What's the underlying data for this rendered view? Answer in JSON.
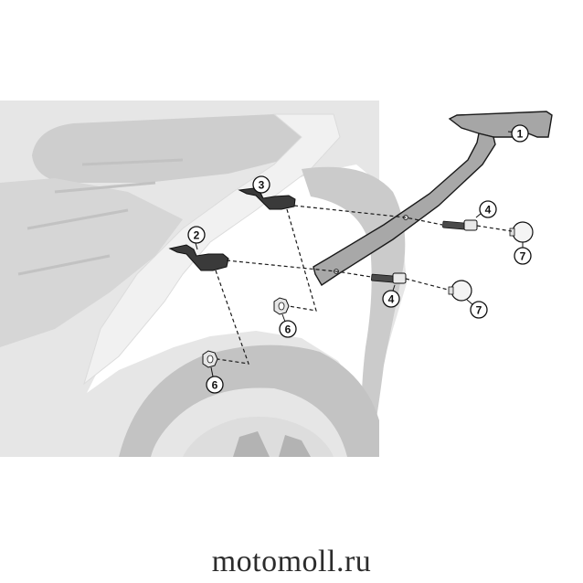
{
  "diagram": {
    "callouts": [
      {
        "id": "c1",
        "label": "1"
      },
      {
        "id": "c2",
        "label": "2"
      },
      {
        "id": "c3",
        "label": "3"
      },
      {
        "id": "c4a",
        "label": "4"
      },
      {
        "id": "c4b",
        "label": "4"
      },
      {
        "id": "c6a",
        "label": "6"
      },
      {
        "id": "c6b",
        "label": "6"
      },
      {
        "id": "c7a",
        "label": "7"
      },
      {
        "id": "c7b",
        "label": "7"
      }
    ]
  },
  "watermark": {
    "text": "motomoll.ru"
  },
  "colors": {
    "ghost_bike": "#c9c9c9",
    "ghost_bike_dark": "#b3b3b3",
    "rack": "#a8a8a8",
    "rack_outline": "#1a1a1a",
    "bracket": "#3a3a3a"
  }
}
